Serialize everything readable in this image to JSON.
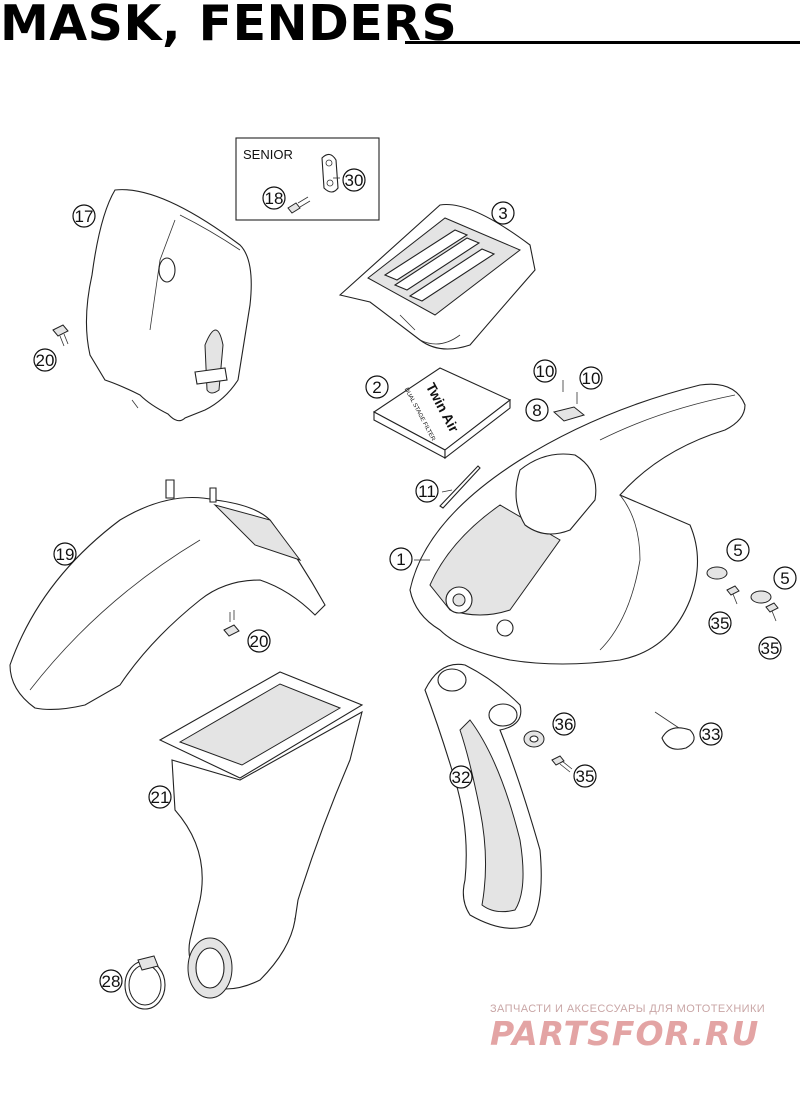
{
  "title": "MASK, FENDERS",
  "senior_box": {
    "label": "SENIOR"
  },
  "filter_pack": {
    "brand": "Twin Air",
    "subtitle": "DUAL STAGE FILTER"
  },
  "callouts": [
    {
      "id": "c30",
      "num": "30"
    },
    {
      "id": "c18",
      "num": "18"
    },
    {
      "id": "c17",
      "num": "17"
    },
    {
      "id": "c3",
      "num": "3"
    },
    {
      "id": "c20a",
      "num": "20"
    },
    {
      "id": "c2",
      "num": "2"
    },
    {
      "id": "c10a",
      "num": "10"
    },
    {
      "id": "c10b",
      "num": "10"
    },
    {
      "id": "c8",
      "num": "8"
    },
    {
      "id": "c11",
      "num": "11"
    },
    {
      "id": "c19",
      "num": "19"
    },
    {
      "id": "c1",
      "num": "1"
    },
    {
      "id": "c5a",
      "num": "5"
    },
    {
      "id": "c5b",
      "num": "5"
    },
    {
      "id": "c35a",
      "num": "35"
    },
    {
      "id": "c35b",
      "num": "35"
    },
    {
      "id": "c20b",
      "num": "20"
    },
    {
      "id": "c36",
      "num": "36"
    },
    {
      "id": "c33",
      "num": "33"
    },
    {
      "id": "c21",
      "num": "21"
    },
    {
      "id": "c32",
      "num": "32"
    },
    {
      "id": "c35c",
      "num": "35"
    },
    {
      "id": "c28",
      "num": "28"
    }
  ],
  "watermark": {
    "tagline": "ЗАПЧАСТИ И АКСЕССУАРЫ ДЛЯ МОТОТЕХНИКИ",
    "logo": "PARTSFOR.RU"
  },
  "colors": {
    "ink": "#111111",
    "watermark": "#e3a4a4"
  }
}
